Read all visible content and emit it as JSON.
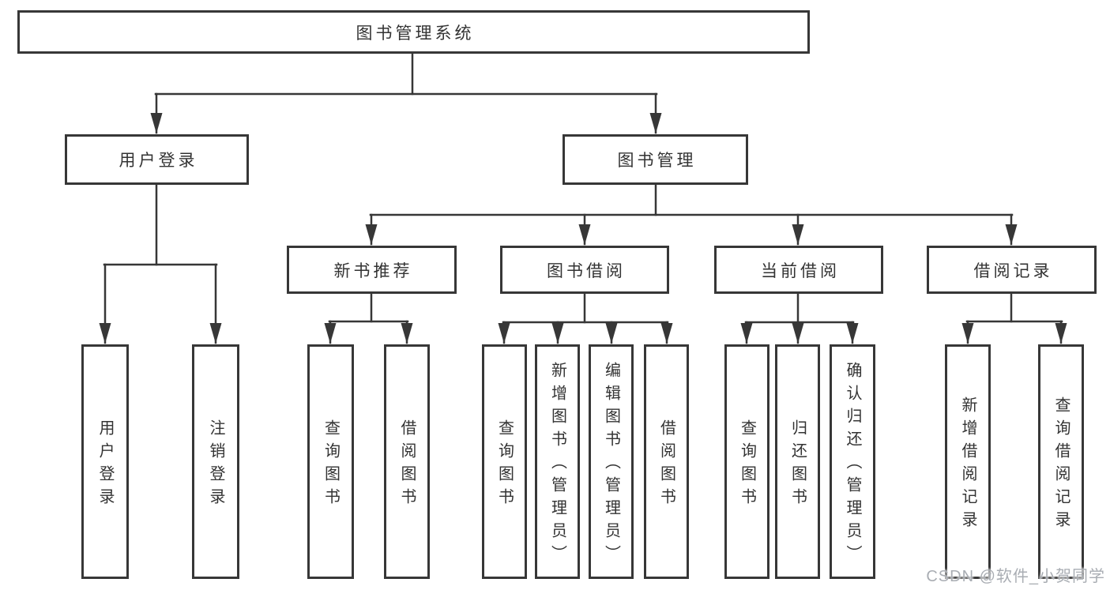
{
  "diagram": {
    "type": "hierarchy-tree",
    "description_of_structure": "functional decomposition diagram of a library management system"
  },
  "hierarchy": {
    "label": "图书管理系统",
    "children": [
      {
        "label": "用户登录",
        "children": [
          {
            "label": "用户登录"
          },
          {
            "label": "注销登录"
          }
        ]
      },
      {
        "label": "图书管理",
        "children": [
          {
            "label": "新书推荐",
            "children": [
              {
                "label": "查询图书"
              },
              {
                "label": "借阅图书"
              }
            ]
          },
          {
            "label": "图书借阅",
            "children": [
              {
                "label": "查询图书"
              },
              {
                "label": "新增图书（管理员）"
              },
              {
                "label": "编辑图书（管理员）"
              },
              {
                "label": "借阅图书"
              }
            ]
          },
          {
            "label": "当前借阅",
            "children": [
              {
                "label": "查询图书"
              },
              {
                "label": "归还图书"
              },
              {
                "label": "确认归还（管理员）"
              }
            ]
          },
          {
            "label": "借阅记录",
            "children": [
              {
                "label": "新增借阅记录"
              },
              {
                "label": "查询借阅记录"
              }
            ]
          }
        ]
      }
    ]
  },
  "watermark": {
    "text": "CSDN @软件_小贺同学"
  },
  "colors": {
    "line": "#373737",
    "box_border": "#373737",
    "text": "#333333",
    "background": "#ffffff",
    "watermark": "#a9adb3"
  }
}
